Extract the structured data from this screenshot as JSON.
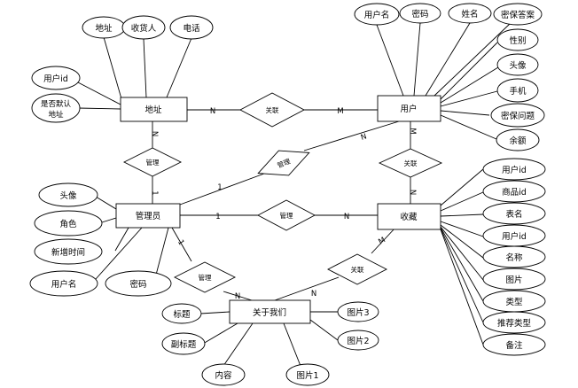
{
  "diagram": {
    "entities": {
      "address": "地址",
      "user": "用户",
      "admin": "管理员",
      "favorite": "收藏",
      "about": "关于我们"
    },
    "relations": {
      "addr_user": "关联",
      "addr_admin": "管理",
      "admin_user": "管理",
      "admin_fav": "管理",
      "admin_about": "管理",
      "user_fav": "关联",
      "fav_about": "关联"
    },
    "cardinalities": {
      "addr_user_n": "N",
      "addr_user_m": "M",
      "addr_admin_n": "N",
      "addr_admin_1": "1",
      "admin_user_1": "1",
      "admin_user_n": "N",
      "user_fav_m": "M",
      "user_fav_n": "N",
      "admin_fav_1": "1",
      "admin_fav_n": "N",
      "admin_about_1": "1",
      "admin_about_n": "N",
      "fav_about_m": "M",
      "fav_about_n": "N"
    },
    "address_attrs": {
      "addr": "地址",
      "receiver": "收货人",
      "phone": "电话",
      "userid": "用户id",
      "is_default_1": "是否默认",
      "is_default_2": "地址"
    },
    "user_attrs": {
      "username": "用户名",
      "password": "密码",
      "name": "姓名",
      "sec_answer": "密保答案",
      "gender": "性别",
      "avatar": "头像",
      "mobile": "手机",
      "sec_question": "密保问题",
      "balance": "余额"
    },
    "admin_attrs": {
      "avatar": "头像",
      "role": "角色",
      "added_time": "新增时间",
      "username": "用户名",
      "password": "密码"
    },
    "favorite_attrs": {
      "userid": "用户id",
      "productid": "商品id",
      "table": "表名",
      "userid2": "用户id",
      "title": "名称",
      "image": "图片",
      "type": "类型",
      "rec_type": "推荐类型",
      "remark": "备注"
    },
    "about_attrs": {
      "title": "标题",
      "subtitle": "副标题",
      "content": "内容",
      "image1": "图片1",
      "image2": "图片2",
      "image3": "图片3"
    }
  }
}
